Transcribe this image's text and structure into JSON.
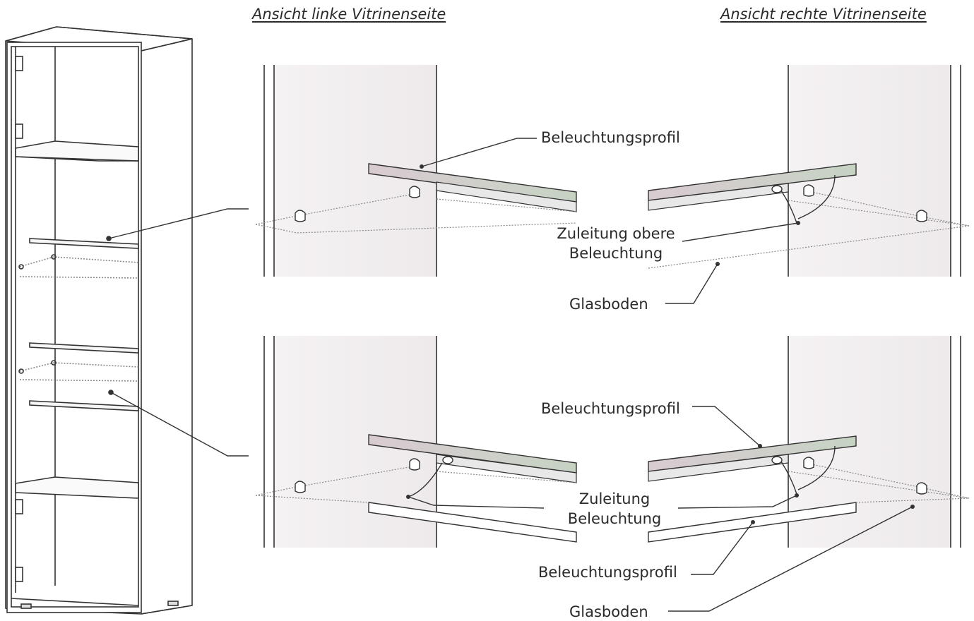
{
  "headings": {
    "left": "Ansicht linke Vitrinenseite",
    "right": "Ansicht rechte Vitrinenseite"
  },
  "top_detail": {
    "profile_label": "Beleuchtungsprofil",
    "supply_label_line1": "Zuleitung obere",
    "supply_label_line2": "Beleuchtung",
    "glass_label": "Glasboden"
  },
  "bottom_detail": {
    "profile_label_upper": "Beleuchtungsprofil",
    "supply_label_line1": "Zuleitung",
    "supply_label_line2": "Beleuchtung",
    "profile_label_lower": "Beleuchtungsprofil",
    "glass_label": "Glasboden"
  },
  "colors": {
    "line": "#3a3a3a",
    "light_line": "#9a9a9a",
    "profile_fill": "#c9cfc6",
    "profile_fill_pink": "#d8ccd3",
    "glass_dots": "#8a8a8a",
    "background_texture": "#f3f0f2"
  }
}
